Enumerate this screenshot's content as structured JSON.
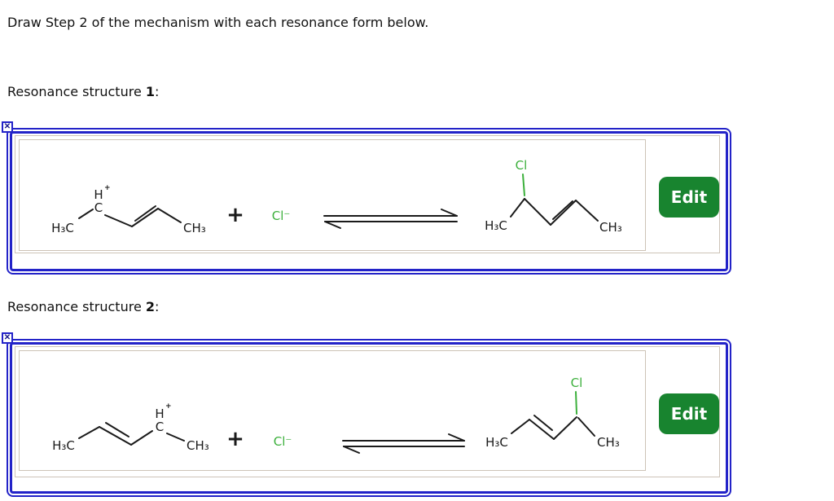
{
  "title": "Draw Step 2 of the mechanism with each resonance form below.",
  "colors": {
    "selection_blue": "#2323c8",
    "edit_button_green": "#18842f",
    "chlorine_green": "#3cb03c",
    "frame_border_tan": "#cdc3b7"
  },
  "section1": {
    "heading_prefix": "Resonance structure ",
    "heading_number": "1",
    "heading_suffix": ":",
    "close_icon": "✕",
    "edit_label": "Edit",
    "reactant": {
      "left_methyl": "H₃C",
      "carbon": "C",
      "hydrogen": "H",
      "charge": "+",
      "right_methyl": "CH₃"
    },
    "plus_sign": "+",
    "chloride_ion": "Cl⁻",
    "product": {
      "chlorine": "Cl",
      "left_methyl": "H₃C",
      "right_methyl": "CH₃"
    }
  },
  "section2": {
    "heading_prefix": "Resonance structure ",
    "heading_number": "2",
    "heading_suffix": ":",
    "close_icon": "✕",
    "edit_label": "Edit",
    "reactant": {
      "left_methyl": "H₃C",
      "carbon": "C",
      "hydrogen": "H",
      "charge": "+",
      "right_methyl": "CH₃"
    },
    "plus_sign": "+",
    "chloride_ion": "Cl⁻",
    "product": {
      "chlorine": "Cl",
      "left_methyl": "H₃C",
      "right_methyl": "CH₃"
    }
  }
}
